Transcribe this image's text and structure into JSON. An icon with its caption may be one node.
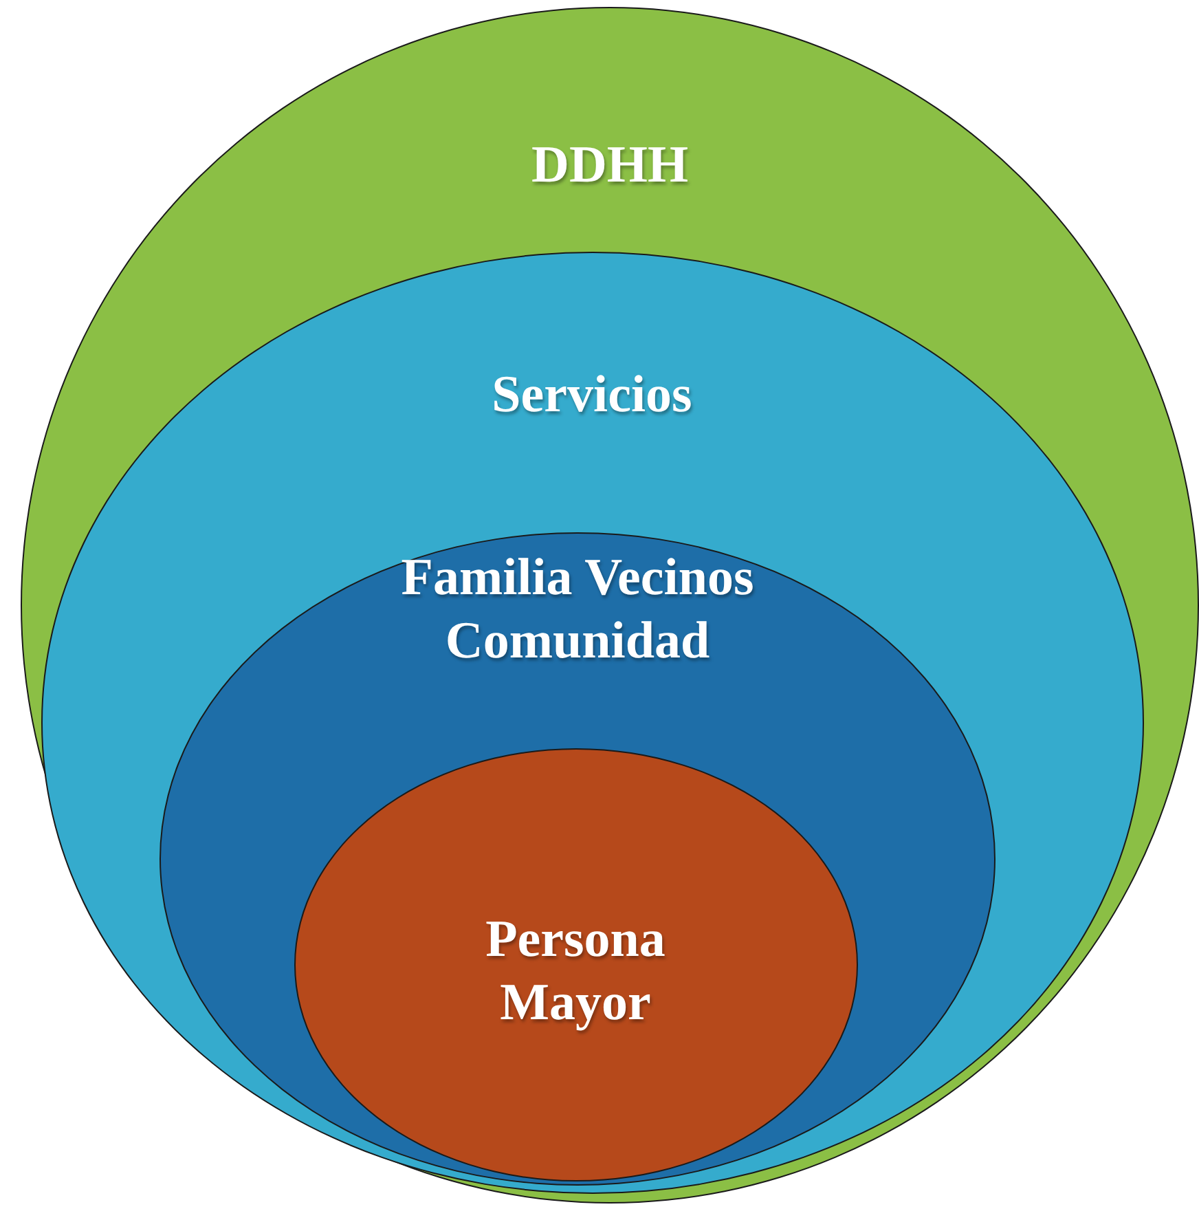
{
  "diagram": {
    "nodes": [
      {
        "text": [
          "DDHH"
        ]
      },
      {
        "text": [
          "Servicios"
        ],
        "in": 0
      },
      {
        "text": [
          "Familia Vecinos Comunidad"
        ],
        "in": 1
      },
      {
        "text": [
          "Persona Mayor"
        ],
        "in": 2
      }
    ],
    "edges": []
  }
}
